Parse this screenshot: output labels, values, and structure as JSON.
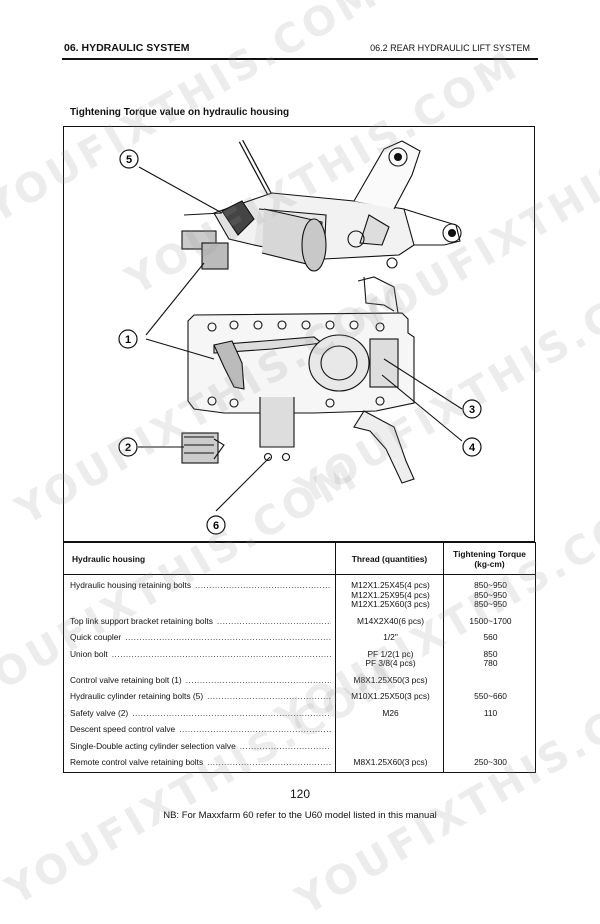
{
  "header": {
    "section": "06. HYDRAULIC SYSTEM",
    "subsection": "06.2 REAR HYDRAULIC LIFT SYSTEM"
  },
  "title": "Tightening Torque value on hydraulic housing",
  "figure": {
    "callouts": [
      "5",
      "1",
      "2",
      "6",
      "3",
      "4"
    ]
  },
  "table": {
    "headers": {
      "item": "Hydraulic housing",
      "thread": "Thread (quantities)",
      "torque_line1": "Tightening Torque",
      "torque_line2": "(kg-cm)"
    },
    "rows": [
      {
        "item": "Hydraulic housing retaining bolts",
        "thread": [
          "M12X1.25X45(4 pcs)",
          "M12X1.25X95(4 pcs)",
          "M12X1.25X60(3 pcs)"
        ],
        "torque": [
          "850~950",
          "850~950",
          "850~950"
        ]
      },
      {
        "item": "Top link support bracket retaining bolts",
        "thread": [
          "M14X2X40(6 pcs)"
        ],
        "torque": [
          "1500~1700"
        ]
      },
      {
        "item": "Quick coupler",
        "thread": [
          "1/2\""
        ],
        "torque": [
          "560"
        ]
      },
      {
        "item": "Union bolt",
        "thread": [
          "PF 1/2(1 pc)",
          "PF 3/8(4 pcs)"
        ],
        "torque": [
          "850",
          "780"
        ]
      },
      {
        "item": "Control valve retaining bolt (1)",
        "thread": [
          "M8X1.25X50(3 pcs)"
        ],
        "torque": []
      },
      {
        "item": "Hydraulic cylinder retaining bolts (5)",
        "thread": [
          "M10X1.25X50(3 pcs)"
        ],
        "torque": [
          "550~660"
        ]
      },
      {
        "item": "Safety valve (2)",
        "thread": [
          "M26"
        ],
        "torque": [
          "110"
        ]
      },
      {
        "item": "Descent speed control valve",
        "thread": [],
        "torque": []
      },
      {
        "item": "Single-Double acting cylinder selection valve",
        "thread": [],
        "torque": []
      },
      {
        "item": "Remote control valve retaining bolts",
        "thread": [
          "M8X1.25X60(3 pcs)"
        ],
        "torque": [
          "250~300"
        ]
      }
    ]
  },
  "page_number": "120",
  "footnote": "NB: For Maxxfarm 60 refer to the U60 model listed in this manual",
  "watermark": [
    "YOUFIXTHIS.COM",
    "YOUFIXTHIS.COM",
    "YOUFIXTHIS.COM",
    "YOUFIXTHIS.COM",
    "YOUFIXTHIS.COM",
    "YOUFIXTHIS.COM",
    "YOUFIXTHIS.COM",
    "YOUFIXTHIS.COM",
    "YOUFIXTHIS.COM"
  ]
}
